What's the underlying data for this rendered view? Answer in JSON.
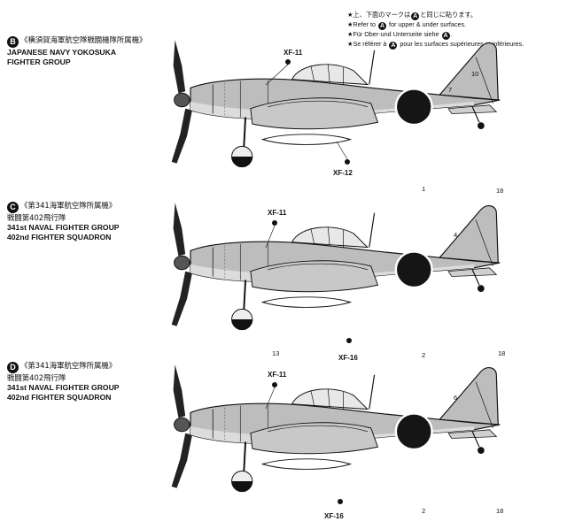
{
  "notes": {
    "line1": "★上、下面のマークは",
    "line1_tail": "と同じに貼ります。",
    "line2": "★Refer to",
    "line2_tail": "for upper & under surfaces.",
    "line3": "★Für Ober-und Unterseite siehe",
    "line4": "★Se référer à",
    "line4_tail": "pour les surfaces supérieures et inférieures.",
    "ref_letter": "A"
  },
  "schemes": [
    {
      "letter": "B",
      "jp": "《横須賀海軍航空隊戦闘機隊所属機》",
      "lines": [
        "JAPANESE NAVY YOKOSUKA",
        "FIGHTER GROUP"
      ],
      "callouts": {
        "top": "XF-11",
        "bottom": "XF-12",
        "left_num": "",
        "nums": [
          "10",
          "7",
          "1",
          "18"
        ]
      }
    },
    {
      "letter": "C",
      "jp": "《第341海軍航空隊所属機》",
      "jp2": "戦闘第402飛行隊",
      "lines": [
        "341st NAVAL FIGHTER GROUP",
        "402nd FIGHTER SQUADRON"
      ],
      "callouts": {
        "top": "XF-11",
        "bottom": "XF-16",
        "left_num": "13",
        "nums": [
          "4",
          "2",
          "18"
        ]
      }
    },
    {
      "letter": "D",
      "jp": "《第341海軍航空隊所属機》",
      "jp2": "戦闘第402飛行隊",
      "lines": [
        "341st NAVAL FIGHTER GROUP",
        "402nd FIGHTER SQUADRON"
      ],
      "callouts": {
        "top": "XF-11",
        "bottom": "XF-16",
        "left_num": "",
        "nums": [
          "6",
          "2",
          "18"
        ]
      }
    }
  ],
  "colors": {
    "ink": "#111111",
    "fuselage": "#b8b8b8",
    "hinomaru": "#151515"
  }
}
